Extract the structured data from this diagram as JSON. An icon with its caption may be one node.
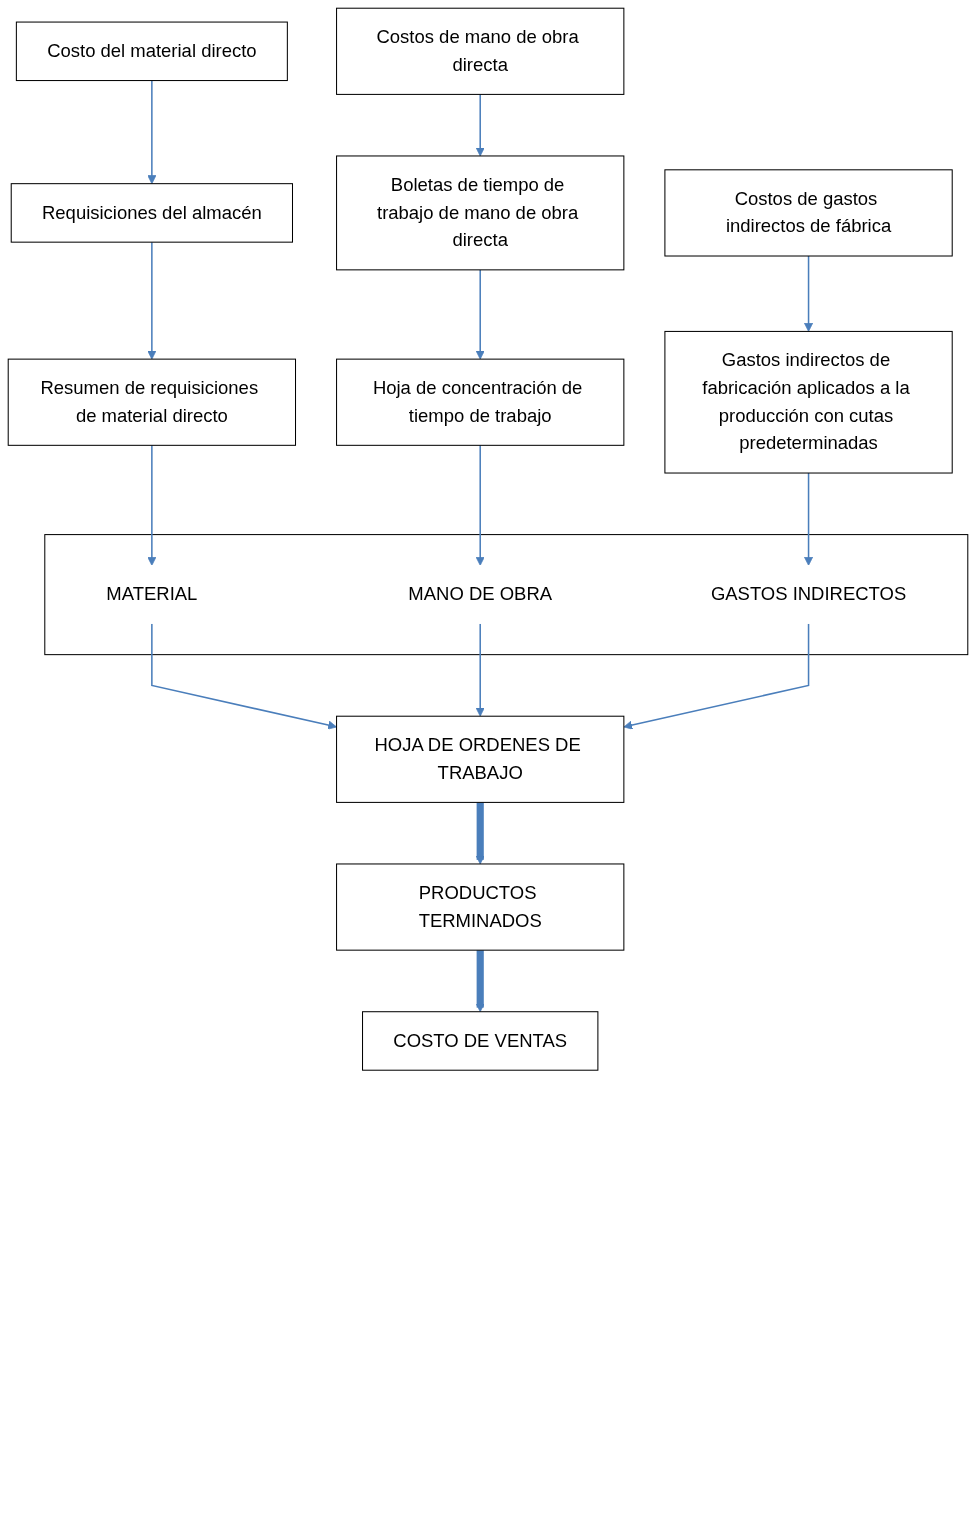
{
  "diagram": {
    "nodes": [
      {
        "text": [
          "Costo del material directo"
        ]
      },
      {
        "text": [
          "Costos de mano de obra directa"
        ]
      },
      {
        "text": [
          "Costos de gastos indirectos de fábrica"
        ]
      },
      {
        "text": [
          "Requisiciones del almacén"
        ]
      },
      {
        "text": [
          "Boletas de tiempo de trabajo de mano de obra directa"
        ]
      },
      {
        "text": [
          "Gastos indirectos de fabricación aplicados a la producción con cutas predeterminadas"
        ]
      },
      {
        "text": [
          "Resumen de requisiciones de material directo"
        ]
      },
      {
        "text": [
          "Hoja de concentración de tiempo de trabajo"
        ]
      },
      {
        "text": [],
        "shape": "box"
      },
      {
        "text": [
          "MATERIAL"
        ],
        "in": 8
      },
      {
        "text": [
          "MANO DE OBRA"
        ],
        "in": 8
      },
      {
        "text": [
          "GASTOS INDIRECTOS"
        ],
        "in": 8
      },
      {
        "text": [
          "HOJA DE ORDENES DE TRABAJO"
        ]
      },
      {
        "text": [
          "PRODUCTOS TERMINADOS"
        ]
      },
      {
        "text": [
          "COSTO DE VENTAS"
        ]
      }
    ],
    "edges": [
      {
        "from": 0,
        "to": 3,
        "arrow": "to"
      },
      {
        "from": 1,
        "to": 4,
        "arrow": "to"
      },
      {
        "from": 2,
        "to": 5,
        "arrow": "to"
      },
      {
        "from": 3,
        "to": 6,
        "arrow": "to"
      },
      {
        "from": 4,
        "to": 7,
        "arrow": "to"
      },
      {
        "from": 5,
        "to": 11,
        "arrow": "to"
      },
      {
        "from": 6,
        "to": 9,
        "arrow": "to"
      },
      {
        "from": 7,
        "to": 10,
        "arrow": "to"
      },
      {
        "from": 9,
        "to": 12,
        "arrow": "to"
      },
      {
        "from": 10,
        "to": 12,
        "arrow": "to"
      },
      {
        "from": 11,
        "to": 12,
        "arrow": "to"
      },
      {
        "from": 12,
        "to": 13,
        "arrow": "to",
        "style": "thick"
      },
      {
        "from": 13,
        "to": 14,
        "arrow": "to",
        "style": "thick"
      }
    ]
  }
}
